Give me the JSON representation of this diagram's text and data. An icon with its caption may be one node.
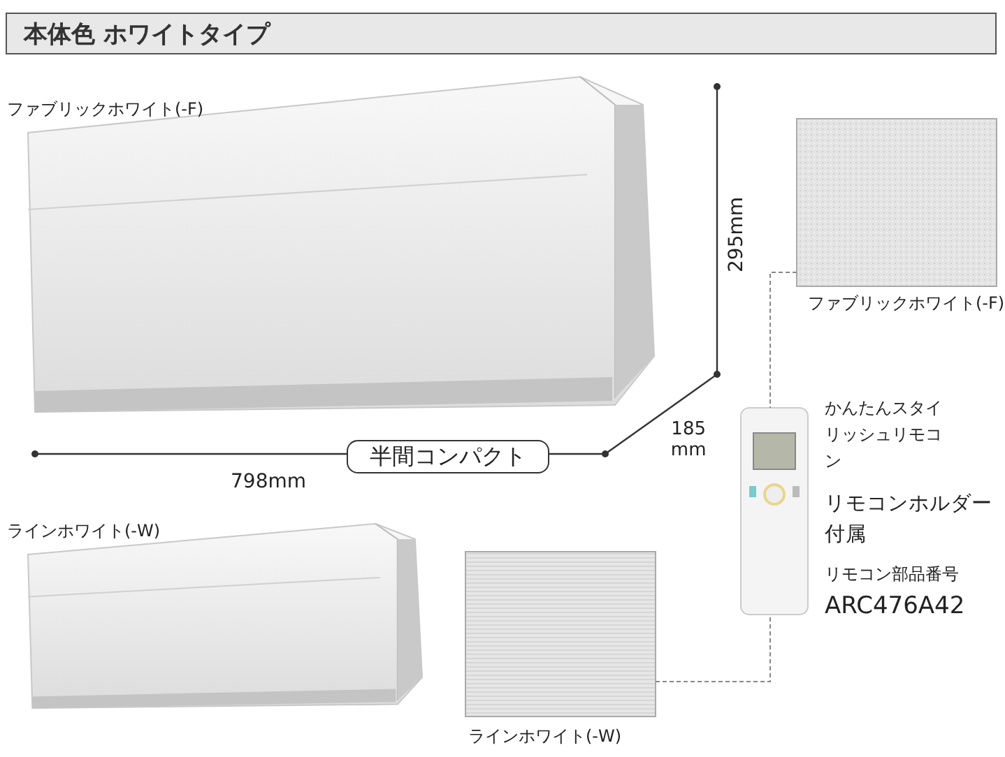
{
  "diagram": {
    "title": "本体色 ホワイトタイプ",
    "nodes": [
      {
        "text": [],
        "shape": "picture",
        "beside": [
          "ファブリックホワイト(-F)"
        ]
      },
      {
        "text": [],
        "shape": "box",
        "beside": [
          "ファブリックホワイト(-F)"
        ]
      },
      {
        "text": [],
        "shape": "picture",
        "beside": [
          "かんたんスタイリッシュリモコン",
          "リモコンホルダー付属",
          "リモコン部品番号",
          "ARC476A42"
        ]
      },
      {
        "text": [
          "半間コンパクト"
        ]
      },
      {
        "text": [],
        "shape": "picture",
        "beside": [
          "ラインホワイト(-W)"
        ]
      },
      {
        "text": [],
        "shape": "box",
        "beside": [
          "ラインホワイト(-W)"
        ]
      }
    ],
    "edges": [
      {
        "from": 1,
        "to": 2,
        "arrow": "none",
        "style": "dashed"
      },
      {
        "from": 5,
        "to": 2,
        "arrow": "none",
        "style": "dashed"
      }
    ],
    "labels": [
      "295mm",
      "185 mm",
      "798mm"
    ]
  }
}
